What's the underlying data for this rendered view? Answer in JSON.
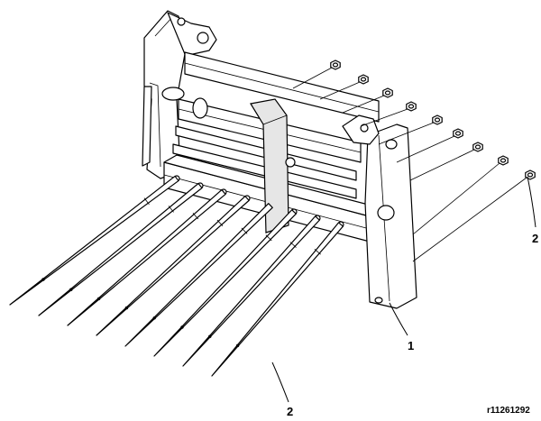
{
  "callouts": {
    "frame_label": "1",
    "tine_label": "2",
    "nut_label": "2"
  },
  "reference": "r11261292",
  "colors": {
    "ink": "#000000",
    "paper": "#ffffff"
  }
}
